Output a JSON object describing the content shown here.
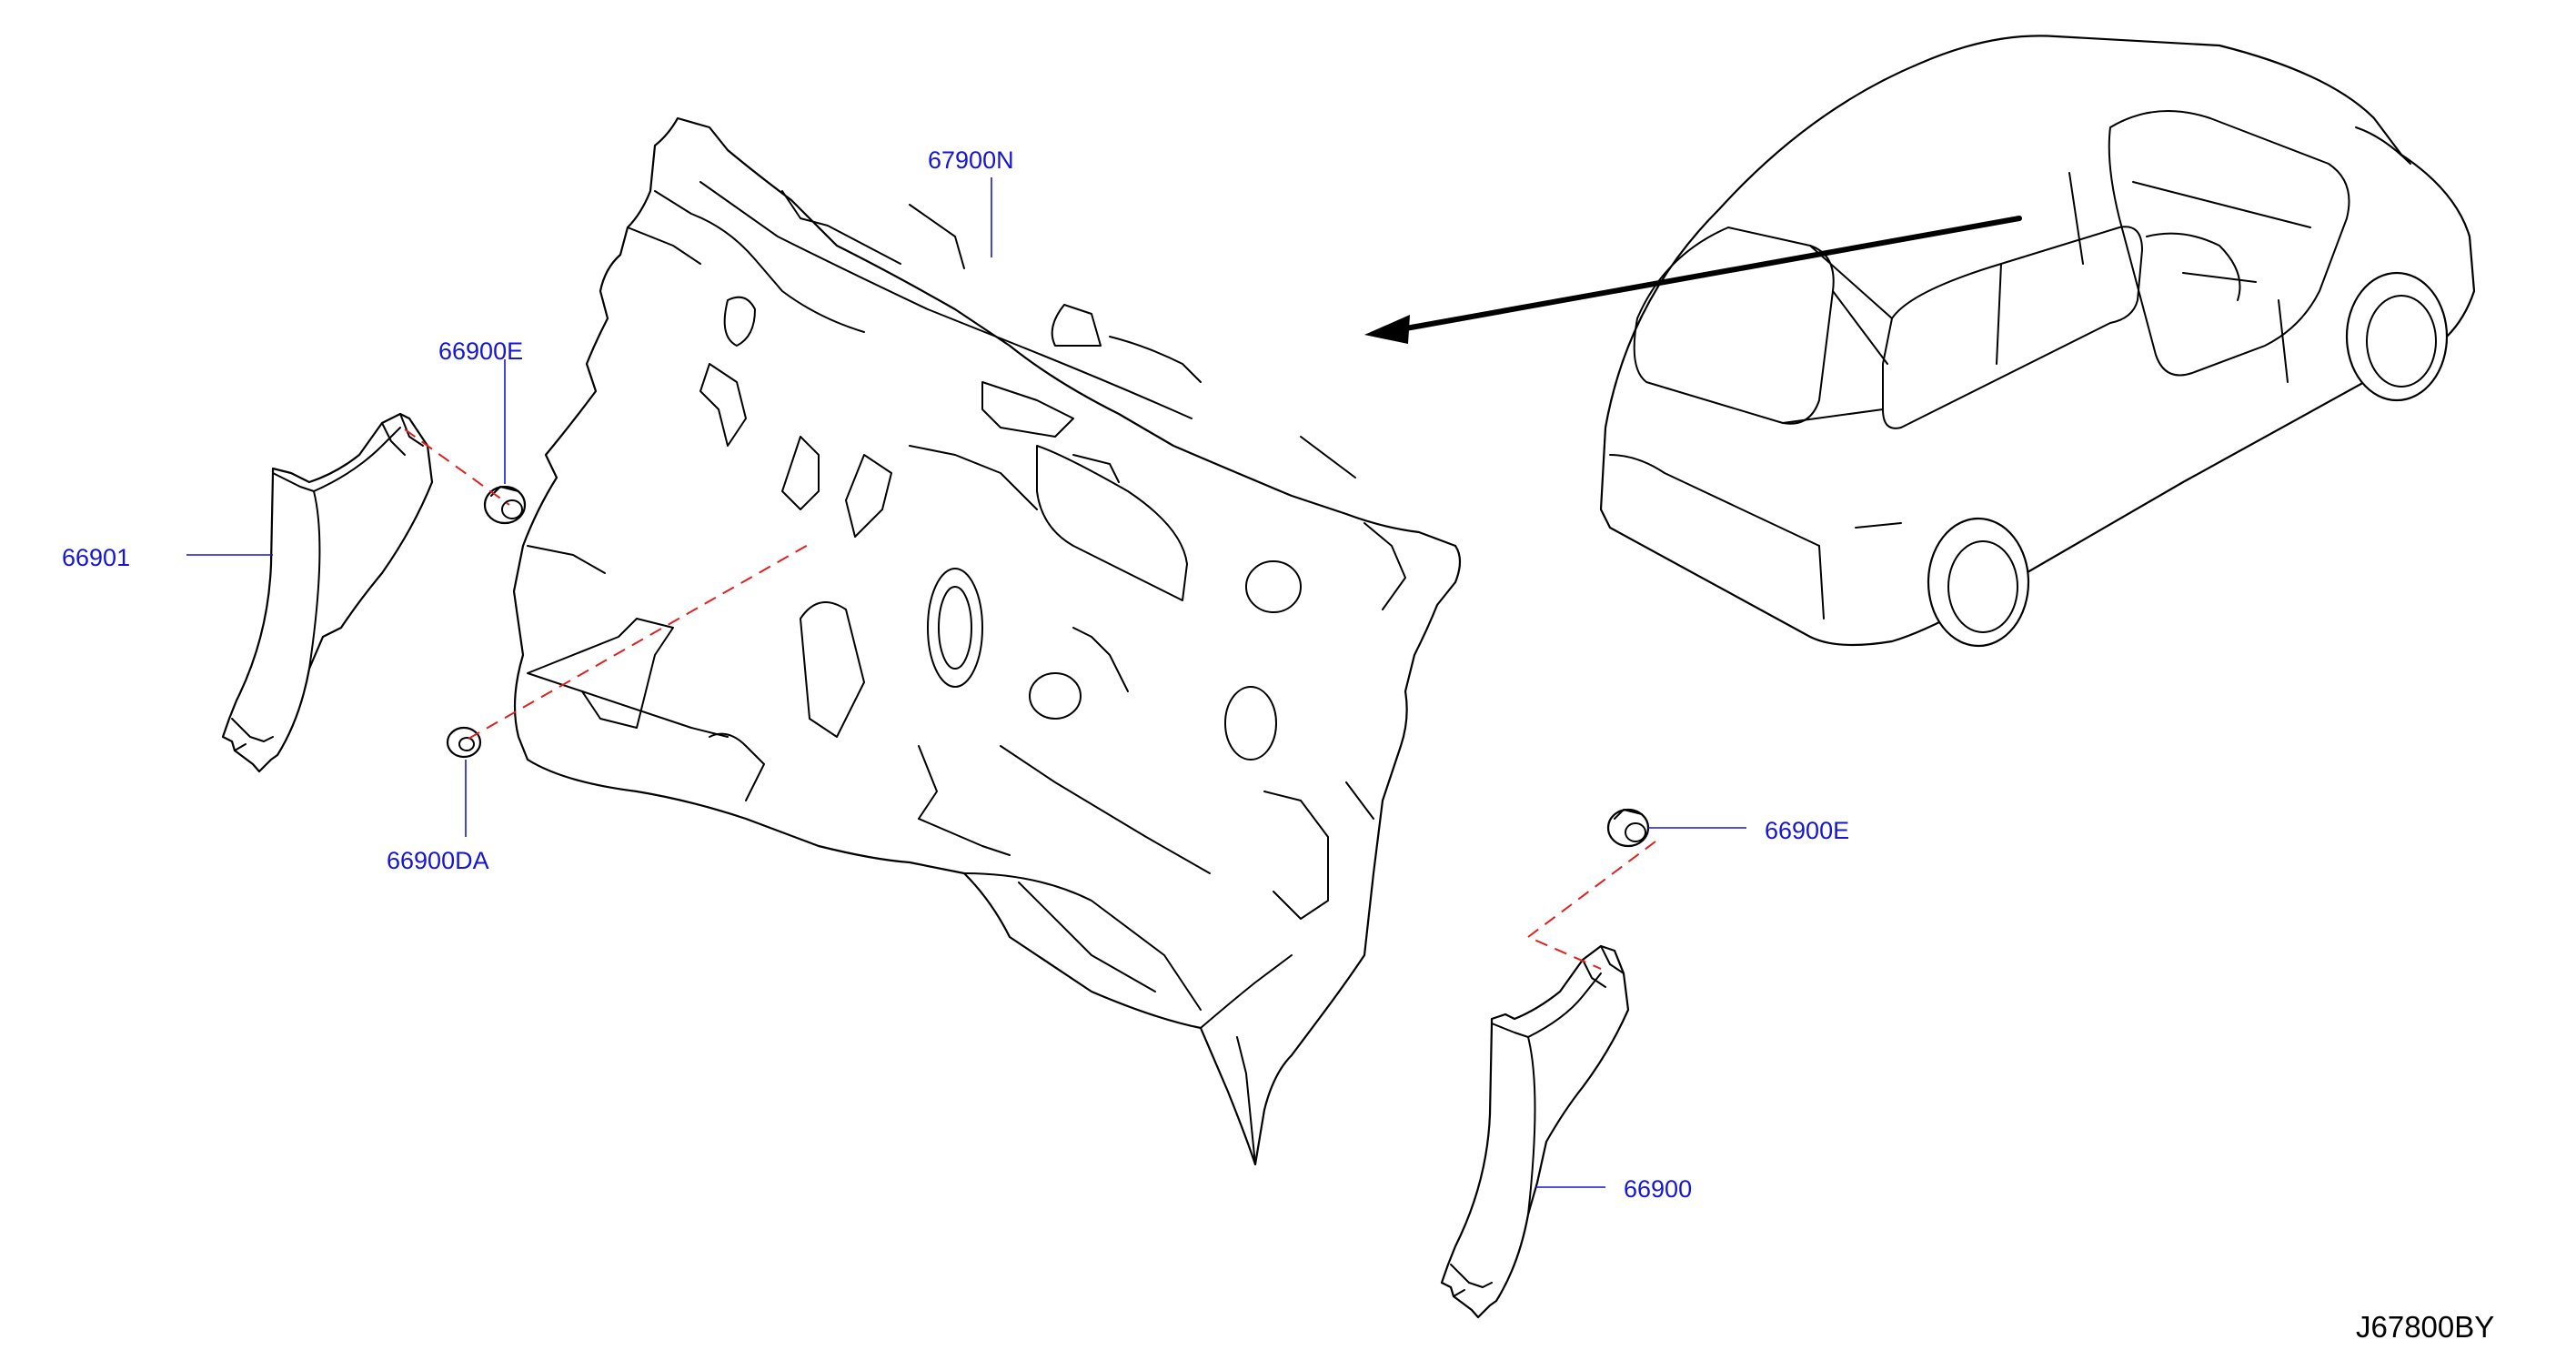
{
  "diagram": {
    "callouts": {
      "dash_insulator": "67900N",
      "clip_upper_left": "66900E",
      "trim_left": "66901",
      "grommet_left": "66900DA",
      "clip_right": "66900E",
      "trim_right": "66900"
    },
    "drawing_code": "J67800BY",
    "colors": {
      "callout_text": "#1515d8",
      "leader_line": "#1515d8",
      "alignment_dash": "#e02020",
      "outline": "#000000"
    }
  }
}
